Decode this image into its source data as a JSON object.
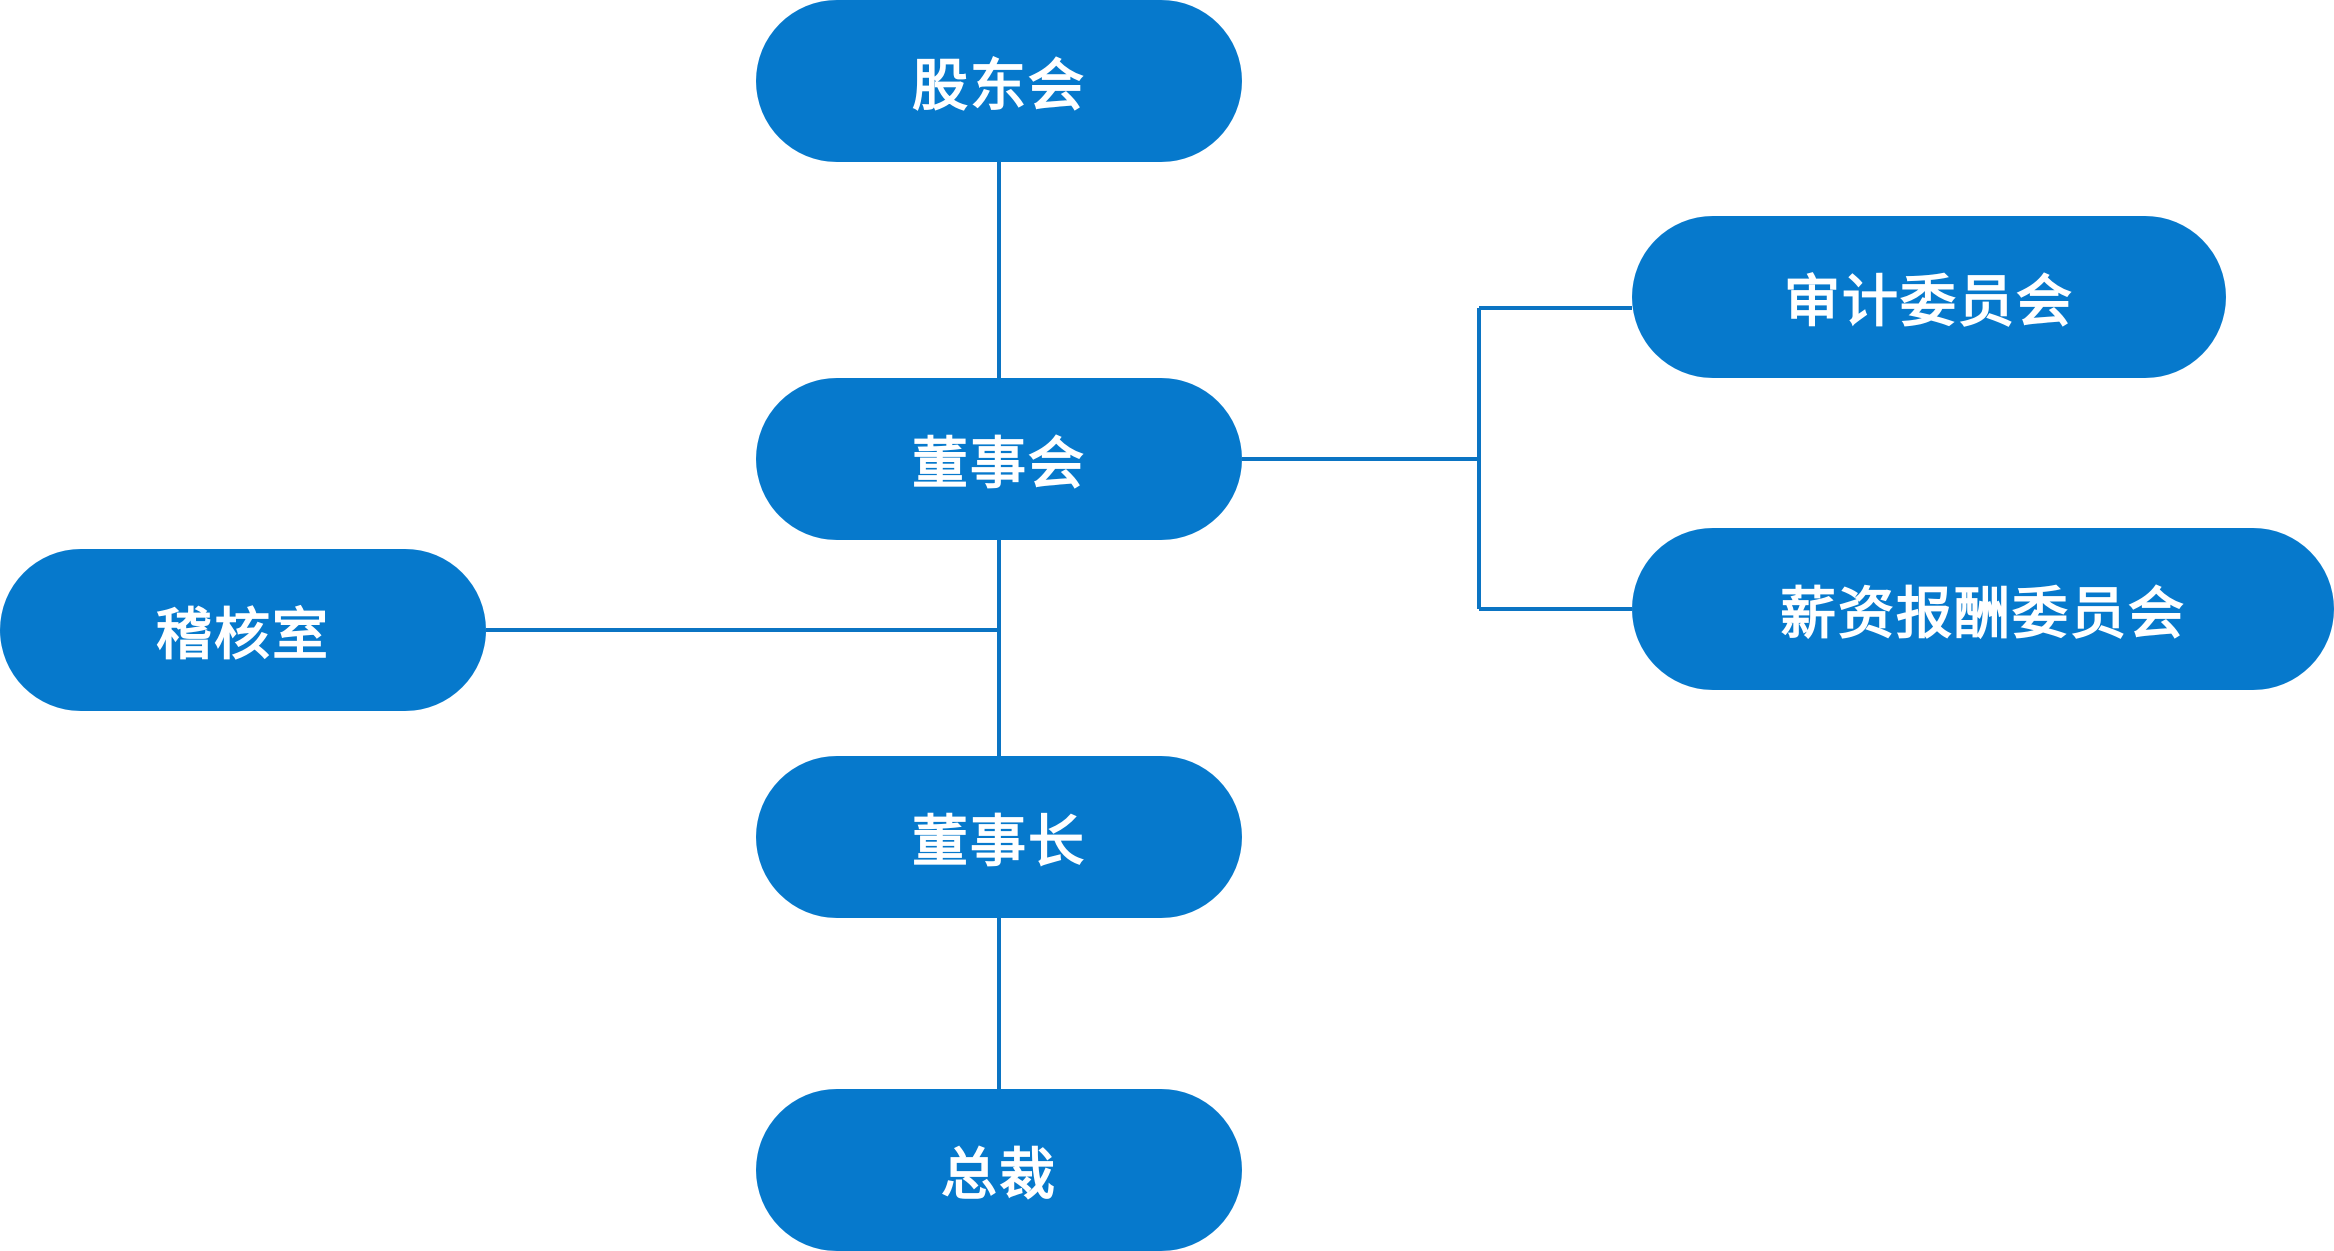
{
  "nodes": {
    "shareholders_meeting": "股东会",
    "board_of_directors": "董事会",
    "chairman": "董事长",
    "president": "总裁",
    "audit_office": "稽核室",
    "audit_committee": "审计委员会",
    "remuneration_committee": "薪资报酬委员会"
  },
  "edges": [
    [
      "shareholders_meeting",
      "board_of_directors"
    ],
    [
      "board_of_directors",
      "chairman"
    ],
    [
      "chairman",
      "president"
    ],
    [
      "board_of_directors",
      "audit_office"
    ],
    [
      "board_of_directors",
      "audit_committee"
    ],
    [
      "board_of_directors",
      "remuneration_committee"
    ]
  ],
  "colors": {
    "node_fill": "#0679cc",
    "node_text": "#ffffff",
    "connector": "#0b74c3",
    "background": "#ffffff"
  }
}
